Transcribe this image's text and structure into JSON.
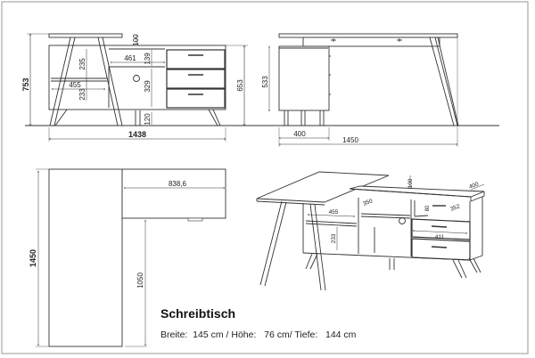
{
  "product": {
    "title": "Schreibtisch",
    "specs": {
      "width_label": "Breite:",
      "width_value": "145 cm",
      "height_label": "Höhe:",
      "height_value": "76 cm",
      "depth_label": "Tiefe:",
      "depth_value": "144 cm",
      "line": "Breite:  145 cm / Höhe:   76 cm/ Tiefe:   144 cm"
    }
  },
  "views": {
    "front": {
      "dimensions": {
        "total_height": "753",
        "cabinet_height": "653",
        "total_width": "1438",
        "top_gap": "100",
        "upper_shelf_height": "235",
        "lower_shelf_height": "233",
        "shelf_width_upper": "461",
        "shelf_width_lower": "455",
        "upper_compartment": "139",
        "open_compartment": "329",
        "leg_height": "120"
      }
    },
    "side": {
      "dimensions": {
        "cabinet_height": "533",
        "cabinet_depth": "400",
        "total_depth": "1450"
      }
    },
    "top": {
      "dimensions": {
        "total_length": "1450",
        "return_width": "838,6",
        "return_offset": "1050"
      }
    },
    "perspective": {
      "dimensions": {
        "top_gap": "100",
        "depth": "400",
        "shelf_width": "455",
        "shelf_height": "233",
        "inner_depth": "350",
        "drawer_depth": "352",
        "drawer_height": "80",
        "drawer_width": "411"
      }
    }
  },
  "colors": {
    "line": "#333333",
    "frame": "#9a9a9a",
    "background": "#ffffff"
  }
}
